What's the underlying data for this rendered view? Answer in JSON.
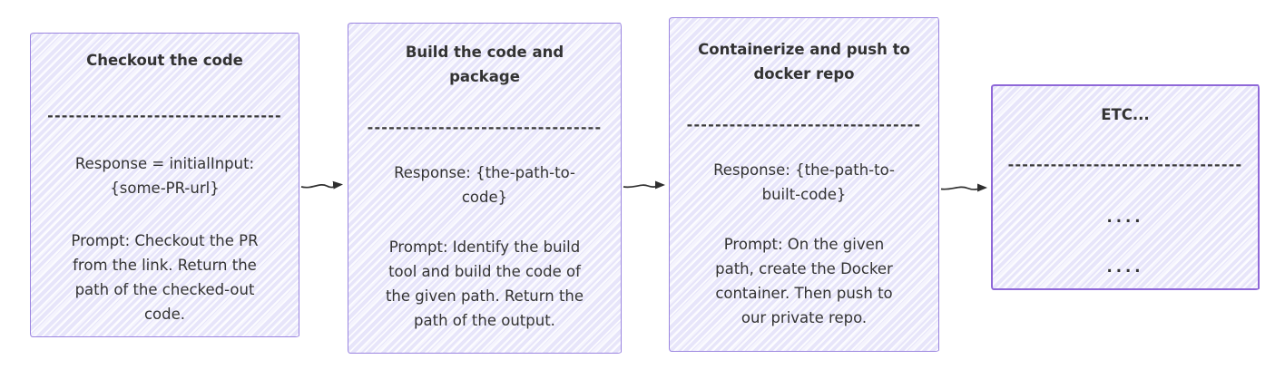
{
  "diagram": {
    "type": "flowchart",
    "style": "hand-drawn",
    "colors": {
      "background": "#ffffff",
      "node_fill": "#e7e5fa",
      "node_hatch": "#ffffff",
      "node_border": "#9b85e0",
      "etc_node_border": "#8f68d8",
      "text": "#333333",
      "arrow": "#2f2f2f"
    },
    "nodes": [
      {
        "id": "checkout-code",
        "title": "Checkout the code",
        "separator": "---------------------------------",
        "response": "Response = initialInput:\n{some-PR-url}",
        "prompt": "Prompt: Checkout the PR\nfrom the link. Return the\npath of the checked-out\ncode."
      },
      {
        "id": "build-package",
        "title": "Build the code and\npackage",
        "separator": "---------------------------------",
        "response": "Response: {the-path-to-\ncode}",
        "prompt": "Prompt: Identify the build\ntool and build the code of\nthe given path. Return the\npath of the output."
      },
      {
        "id": "containerize-push",
        "title": "Containerize and push to\ndocker repo",
        "separator": "---------------------------------",
        "response": "Response: {the-path-to-\nbuilt-code}",
        "prompt": "Prompt: On the given\npath, create the Docker\ncontainer. Then push to\nour private repo."
      },
      {
        "id": "etc",
        "title": "ETC...",
        "separator": "---------------------------------",
        "lines": [
          "....",
          "...."
        ]
      }
    ],
    "connections": [
      {
        "from": "checkout-code",
        "to": "build-package"
      },
      {
        "from": "build-package",
        "to": "containerize-push"
      },
      {
        "from": "containerize-push",
        "to": "etc"
      }
    ]
  }
}
